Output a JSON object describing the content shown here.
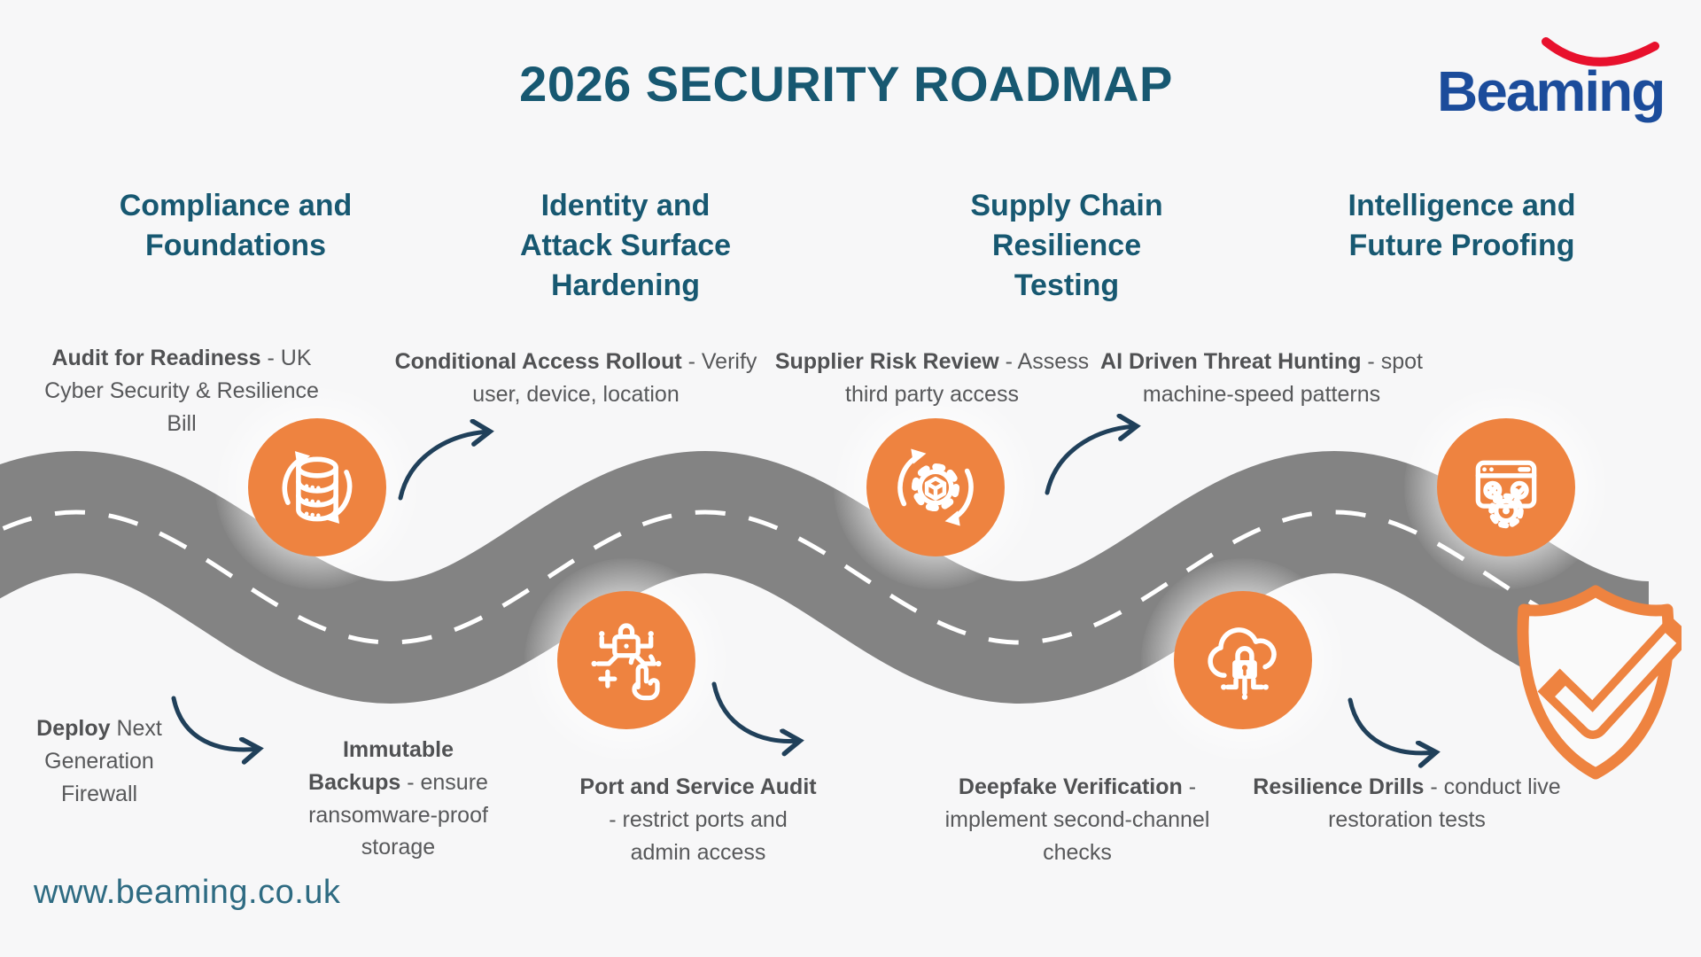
{
  "title": "2026 SECURITY ROADMAP",
  "logo": {
    "brand": "Beaming",
    "swoosh_icon": "red-smile-swoosh-icon"
  },
  "footer": {
    "website": "www.beaming.co.uk"
  },
  "colors": {
    "background": "#f7f7f8",
    "heading_teal": "#175871",
    "body_gray": "#57585a",
    "accent_orange": "#ee8340",
    "road_gray": "#838383",
    "road_dash_white": "#ffffff",
    "arrow_navy": "#20405a",
    "logo_blue": "#1b4c9b",
    "logo_red": "#e8112d"
  },
  "phases": [
    {
      "label": "Compliance and Foundations"
    },
    {
      "label": "Identity and Attack Surface Hardening"
    },
    {
      "label": "Supply Chain Resilience Testing"
    },
    {
      "label": "Intelligence and Future Proofing"
    }
  ],
  "milestones": [
    {
      "bold": "Audit for Readiness",
      "rest": " - UK Cyber Security & Resilience Bill"
    },
    {
      "bold": "Deploy",
      "rest": " Next Generation Firewall"
    },
    {
      "bold": "Immutable Backups",
      "rest": " - ensure ransomware-proof storage"
    },
    {
      "bold": "Conditional Access Rollout",
      "rest": " - Verify user, device, location"
    },
    {
      "bold": "Port and Service Audit",
      "rest": " - restrict ports and admin access"
    },
    {
      "bold": "Supplier Risk Review",
      "rest": " - Assess third party access"
    },
    {
      "bold": "Deepfake Verification",
      "rest": " - implement second-channel checks"
    },
    {
      "bold": "AI Driven Threat Hunting",
      "rest": " - spot machine-speed patterns"
    },
    {
      "bold": "Resilience Drills",
      "rest": " - conduct live restoration tests"
    }
  ],
  "road_markers": [
    "database-sync-backup-icon",
    "circuit-lock-tap-icon",
    "gear-cube-cycle-icon",
    "cloud-lock-icon",
    "browser-scan-gear-icon"
  ],
  "finish_marker": "shield-check-icon"
}
